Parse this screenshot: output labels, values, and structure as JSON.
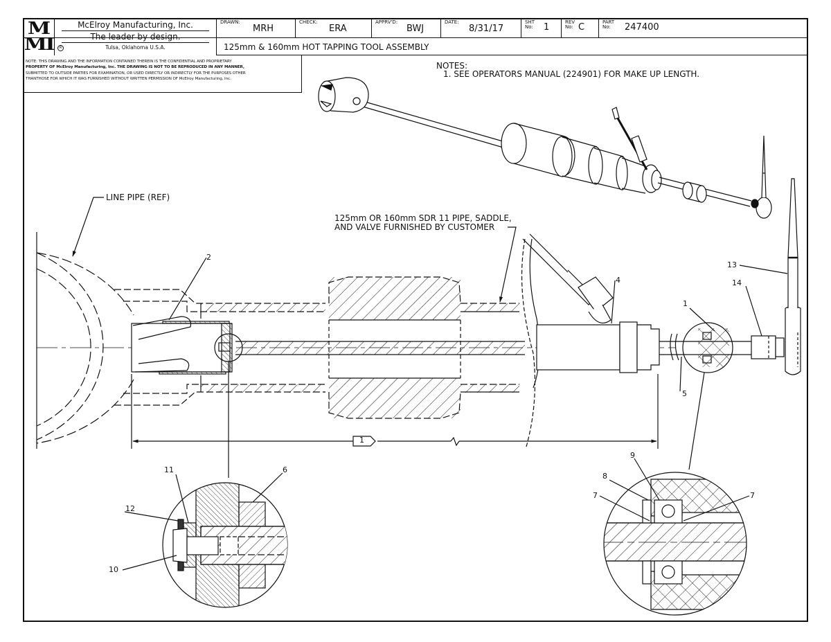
{
  "title_block": {
    "logo": {
      "line1": "M",
      "line2": "MI"
    },
    "company_name": "McElroy Manufacturing, Inc.",
    "slogan": "The leader by design.",
    "location": "Tulsa, Oklahoma U.S.A.",
    "registered_mark": "R",
    "drawn": {
      "label": "DRAWN:",
      "value": "MRH"
    },
    "check": {
      "label": "CHECK:",
      "value": "ERA"
    },
    "approved": {
      "label": "APPRV'D:",
      "value": "BWJ"
    },
    "date": {
      "label": "DATE:",
      "value": "8/31/17"
    },
    "sheet": {
      "label_line1": "SHT",
      "label_line2": "No:",
      "value": "1"
    },
    "revision": {
      "label_line1": "REV",
      "label_line2": "No:",
      "value": "C"
    },
    "part": {
      "label_line1": "PART",
      "label_line2": "No:",
      "value": "247400"
    },
    "drawing_title": "125mm & 160mm HOT TAPPING TOOL ASSEMBLY"
  },
  "proprietary_notice": {
    "line1": "NOTE: THIS DRAWING AND THE INFORMATION CONTAINED THEREIN IS THE CONFIDENTIAL AND PROPRIETARY",
    "line2": "PROPERTY OF McElroy Manufacturing, Inc. THE DRAWING IS NOT TO BE REPRODUCED IN ANY MANNER,",
    "line3": "SUBMITTED TO OUTSIDE PARTIES FOR EXAMINATION, OR USED DIRECTLY OR INDIRECTLY FOR THE PURPOSES OTHER",
    "line4": "THANTHOSE FOR WHICH IT WAS FURNISHED WITHOUT WRITTEN PERMISSION OF McElroy Manufacturing, Inc."
  },
  "notes": {
    "heading": "NOTES:",
    "items": [
      "1. SEE OPERATORS MANUAL (224901) FOR MAKE UP LENGTH."
    ]
  },
  "callouts": {
    "line_pipe": "LINE PIPE (REF)",
    "customer_line1": "125mm OR 160mm SDR 11  PIPE, SADDLE,",
    "customer_line2": "AND VALVE FURNISHED BY CUSTOMER"
  },
  "dimension": {
    "note_flag": "1"
  },
  "balloons": {
    "b1": "1",
    "b2": "2",
    "b4": "4",
    "b5": "5",
    "b6": "6",
    "b7a": "7",
    "b7b": "7",
    "b8": "8",
    "b9": "9",
    "b10": "10",
    "b11": "11",
    "b12": "12",
    "b13": "13",
    "b14": "14"
  }
}
